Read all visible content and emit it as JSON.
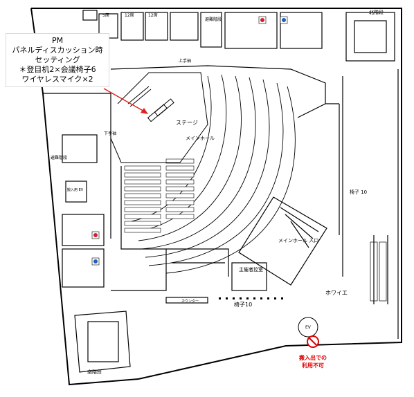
{
  "callout": {
    "lines": [
      "PM",
      "パネルディスカッション時",
      "セッティング",
      "＊登目机2×会議椅子6",
      "ワイヤレスマイク×2"
    ]
  },
  "labels": {
    "south_stairs": "南階段",
    "north_stairs": "北階段",
    "stage": "ステージ",
    "main_hall": "メインホール",
    "main_hall_entrance": "メインホール\n入口",
    "foyer": "ホワイエ",
    "organizer_room": "主催者控室",
    "chairs_10": "椅子10",
    "counter": "カウンター",
    "evacuation_stairs_top": "避難階段",
    "evacuation_stairs_left": "避難階段",
    "upper_stage": "上手袖",
    "lower_stage": "下手袖",
    "staff_ev": "搬入用\nEV",
    "ev": "EV",
    "chairs_right": "椅子\n10",
    "room_5": "5席",
    "room_12a": "12席",
    "room_12b": "12席"
  },
  "warning": {
    "lines": [
      "搬入出での",
      "利用不可"
    ]
  },
  "colors": {
    "line": "#000000",
    "arrow": "#e02020",
    "warning_text": "#dd0000",
    "no_entry": "#dd0000",
    "toilet_male": "#1f5fbf",
    "toilet_female": "#d0202a"
  }
}
